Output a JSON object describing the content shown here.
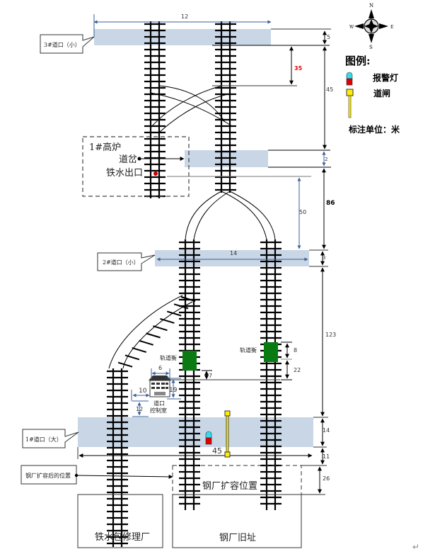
{
  "compass": {
    "n": "N",
    "s": "S",
    "e": "E",
    "w": "W"
  },
  "legend": {
    "title": "图例:",
    "items": [
      {
        "name": "alarm-light",
        "label": "报警灯"
      },
      {
        "name": "barrier-gate",
        "label": "道闸"
      }
    ],
    "unit_note": "标注单位：米"
  },
  "crossings": {
    "c3": {
      "label": "3#道口（小）",
      "width_dim": "12"
    },
    "c2": {
      "label": "2#道口（小）",
      "width_dim": "14"
    },
    "c1": {
      "label": "1#道口（大）",
      "width_dim": "45"
    }
  },
  "furnace": {
    "title": "1#高炉",
    "switch_label": "道岔",
    "outlet_label": "铁水出口"
  },
  "control_room": {
    "label_line1": "道口",
    "label_line2": "控制室"
  },
  "scales": {
    "left_label": "轨道衡",
    "right_label": "轨道衡"
  },
  "areas": {
    "expansion_pointer_label": "钢厂扩容后的位置",
    "expansion_zone": "钢厂扩容位置",
    "repair_plant": "铁水包修理厂",
    "old_site": "钢厂旧址"
  },
  "dimensions": {
    "d5": "5",
    "d35": "35",
    "d45": "45",
    "d2": "2",
    "d50": "50",
    "d86": "86",
    "d3": "3",
    "d123": "123",
    "d8": "8",
    "d22": "22",
    "d7": "7",
    "d6": "6",
    "d19": "19",
    "d10": "10",
    "d12": "12",
    "d14": "14",
    "d11": "11",
    "d26": "26"
  },
  "colors": {
    "crossing_fill": "#c8d6e6",
    "dim_blue": "#3a5f9a",
    "scale_green": "#0a7a12",
    "alarm_red": "#e00000",
    "alarm_cyan": "#33ddee",
    "gate_yellow": "#ffee00",
    "dim_red_text": "#ee0000",
    "outlet_dot": "#cc0000"
  },
  "footer": {
    "return_mark": "↵"
  }
}
